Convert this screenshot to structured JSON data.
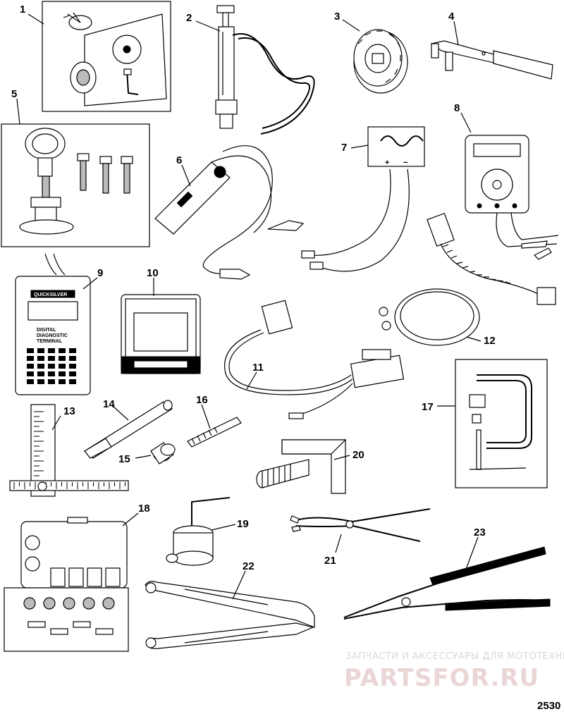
{
  "diagram": {
    "callouts": [
      "1",
      "2",
      "3",
      "4",
      "5",
      "6",
      "7",
      "8",
      "9",
      "10",
      "11",
      "12",
      "13",
      "14",
      "15",
      "16",
      "17",
      "18",
      "19",
      "20",
      "21",
      "22",
      "23"
    ],
    "drawing_code": "2530"
  },
  "tool_texts": {
    "brand": "QUICKSILVER",
    "line1": "DIGITAL",
    "line2": "DIAGNOSTIC",
    "line3": "TERMINAL",
    "plus": "+",
    "minus": "−"
  },
  "watermark": {
    "line1": "ЗАПЧАСТИ И АКСЕССУАРЫ ДЛЯ МОТОТЕХНИКИ",
    "line2": "PARTSFOR.RU"
  }
}
